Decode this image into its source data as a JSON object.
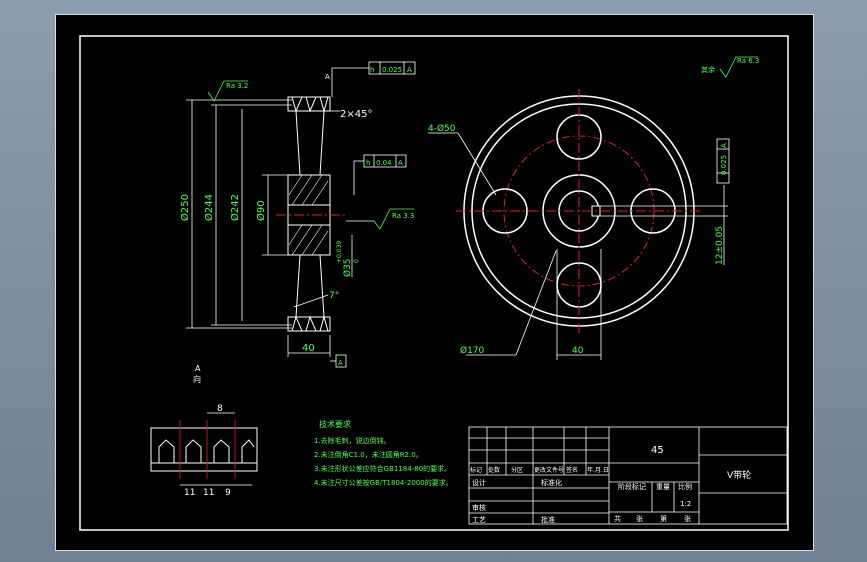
{
  "drawing": {
    "roughness_general": "Ra 6.3",
    "roughness_general_prefix": "其余",
    "roughness_top": "Ra 3.2",
    "roughness_bore": "Ra 3.3",
    "tol_top": "0.025",
    "tol_top_datum": "A",
    "tol_mid": "0.04",
    "tol_mid_datum": "A",
    "tol_right": "0.025",
    "tol_right_datum": "A",
    "datum_A": "A",
    "datum_section_mark": "A",
    "chamfer": "2×45°",
    "dim_d250": "Ø250",
    "dim_d244": "Ø244",
    "dim_d242": "Ø242",
    "dim_d90": "Ø90",
    "dim_bore": "Ø35",
    "dim_bore_tol_upper": "+0.039",
    "dim_bore_tol_lower": "0",
    "dim_width": "40",
    "dim_angle": "7°",
    "dim_holes": "4-Ø50",
    "dim_pcd": "Ø170",
    "dim_hub": "40",
    "dim_keyway": "12±0.05",
    "section_label": "A",
    "section_label2": "向",
    "groove_dims": [
      "8",
      "11",
      "11",
      "9"
    ]
  },
  "notes": {
    "heading": "技术要求",
    "items": [
      "1.去除毛刺，锐边倒钝。",
      "2.未注倒角C1.0，未注圆角R2.0。",
      "3.未注形状公差应符合GB1184-80的要求。",
      "4.未注尺寸公差按GB/T1804-2000的要求。"
    ]
  },
  "title_block": {
    "material": "45",
    "part_name": "V带轮",
    "header_row": [
      "标记",
      "处数",
      "分区",
      "更改文件号",
      "签名",
      "年.月.日"
    ],
    "design": "设计",
    "standardize": "标准化",
    "stage_label": "阶段标记",
    "weight_label": "重量",
    "scale_label": "比例",
    "scale_value": "1:2",
    "review": "审核",
    "process": "工艺",
    "approve": "批准",
    "sheet_total": "共",
    "sheet_label": "张",
    "sheet_no": "第",
    "sheet_label2": "张"
  }
}
